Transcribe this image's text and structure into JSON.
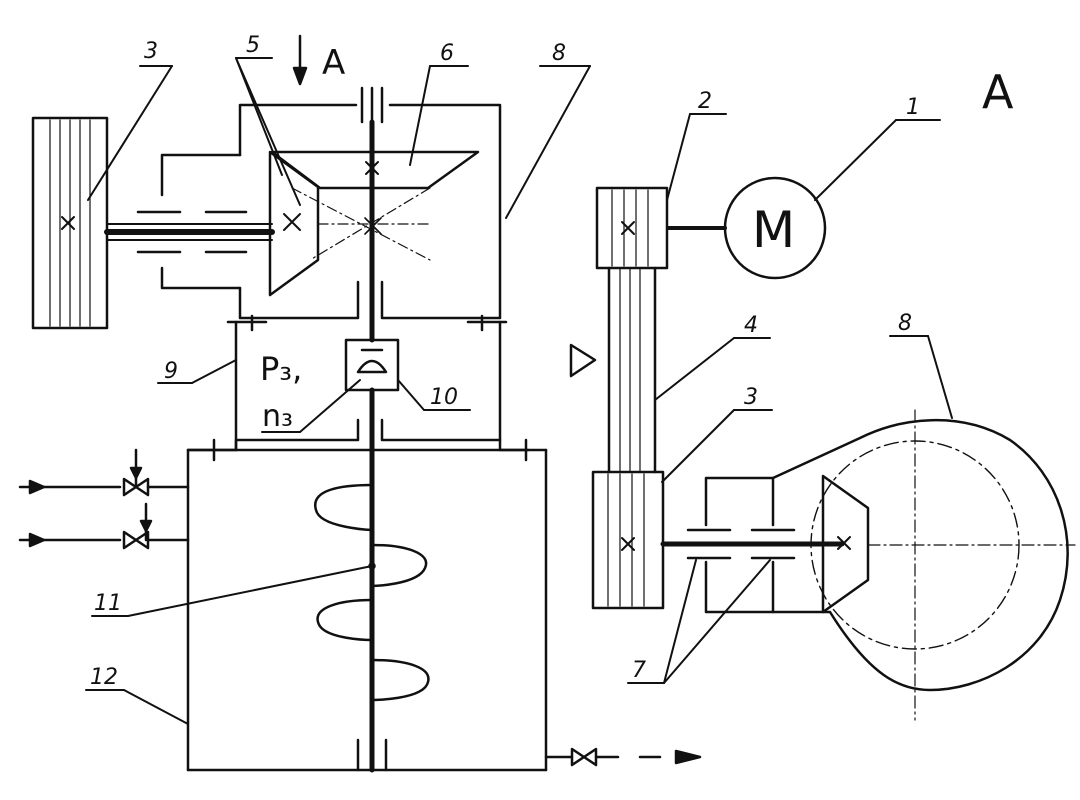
{
  "labels": {
    "n1": "1",
    "n2": "2",
    "n3_left": "3",
    "n3_right": "3",
    "n4": "4",
    "n5": "5",
    "n6": "6",
    "n7": "7",
    "n8_top": "8",
    "n8_right": "8",
    "n9": "9",
    "n10": "10",
    "n11": "11",
    "n12": "12",
    "view_arrow": "A",
    "view_title": "A",
    "motor": "M",
    "power": "P₃,",
    "speed": "n₃"
  },
  "colors": {
    "ink": "#111111",
    "background": "#ffffff"
  }
}
